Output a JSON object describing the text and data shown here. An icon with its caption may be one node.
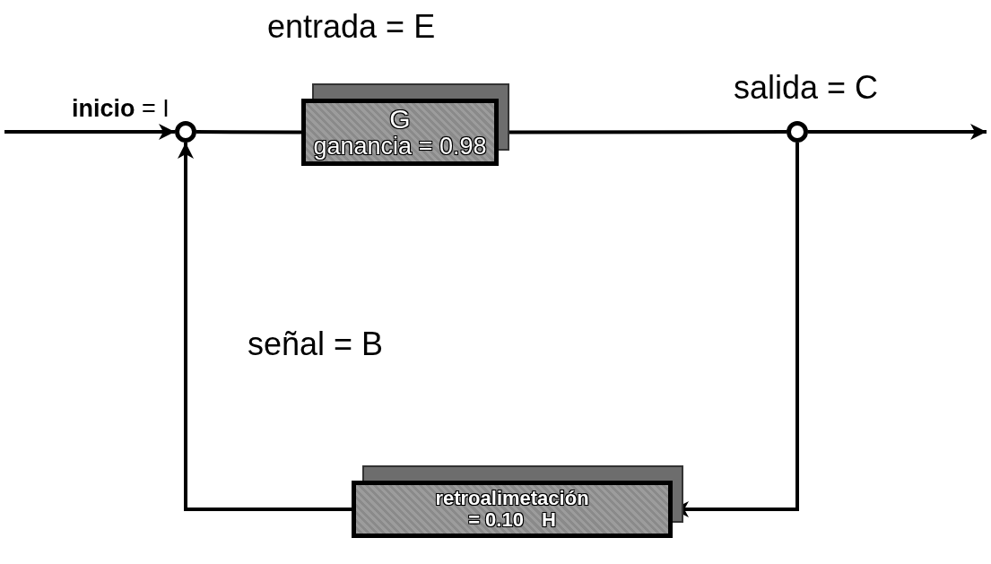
{
  "diagram": {
    "nodes": [
      {
        "text": [],
        "shape": "circle"
      },
      {
        "text": [
          "G",
          "ganancia = 0.98"
        ]
      },
      {
        "text": [],
        "shape": "circle"
      },
      {
        "text": [
          "retroalimetación",
          "= 0.10",
          "H"
        ]
      }
    ],
    "edges": [
      {
        "from": null,
        "to": 0,
        "arrow": "to"
      },
      {
        "from": 0,
        "to": 1,
        "arrow": "none"
      },
      {
        "from": 1,
        "to": 2,
        "arrow": "none"
      },
      {
        "from": 2,
        "to": null,
        "arrow": "to"
      },
      {
        "from": 2,
        "to": 3,
        "arrow": "to"
      },
      {
        "from": 3,
        "to": 0,
        "arrow": "to"
      }
    ],
    "labels": [
      "entrada = E",
      "salida = C",
      "**inicio** = I",
      "señal = B"
    ]
  }
}
